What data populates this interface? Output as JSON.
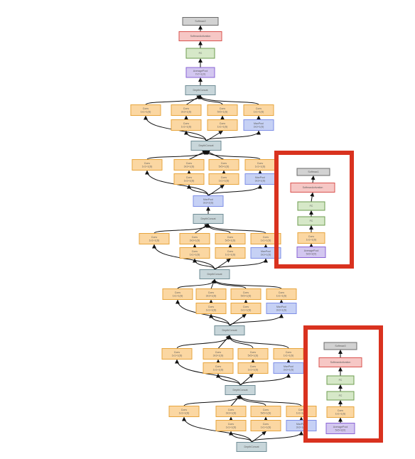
{
  "colors": {
    "conv": {
      "fill": "#fbd7a2",
      "stroke": "#e7a53d"
    },
    "pool": {
      "fill": "#c6d1f5",
      "stroke": "#7e8ee6"
    },
    "concat": {
      "fill": "#c8d6da",
      "stroke": "#6f8c95"
    },
    "fc": {
      "fill": "#d6e8c8",
      "stroke": "#6e9d4f"
    },
    "softact": {
      "fill": "#f6c7c5",
      "stroke": "#d9534f"
    },
    "softmax": {
      "fill": "#d2d2d2",
      "stroke": "#6b6b6b"
    },
    "avgpool": {
      "fill": "#d3c7f0",
      "stroke": "#8a63d6"
    },
    "highlight": "#d9321f",
    "edge": "#111111"
  },
  "nodes": {
    "softmax2": {
      "lines": [
        "Softmax2"
      ],
      "kind": "softmax"
    },
    "softmax2_act": {
      "lines": [
        "SoftmaxActivation"
      ],
      "kind": "softact"
    },
    "fc_main": {
      "lines": [
        "FC"
      ],
      "kind": "fc"
    },
    "avgpool_main": {
      "lines": [
        "AveragePool",
        "7x7+1(V)"
      ],
      "kind": "avgpool"
    },
    "concat_top": {
      "lines": [
        "DepthConcat"
      ],
      "kind": "concat"
    },
    "i9_c1x1": {
      "lines": [
        "Conv",
        "1x1+1(S)"
      ],
      "kind": "conv"
    },
    "i9_c3x3": {
      "lines": [
        "Conv",
        "3x3+1(S)"
      ],
      "kind": "conv"
    },
    "i9_c5x5": {
      "lines": [
        "Conv",
        "5x5+1(S)"
      ],
      "kind": "conv"
    },
    "i9_cproj": {
      "lines": [
        "Conv",
        "1x1+1(S)"
      ],
      "kind": "conv"
    },
    "i9_r3": {
      "lines": [
        "Conv",
        "1x1+1(S)"
      ],
      "kind": "conv"
    },
    "i9_r5": {
      "lines": [
        "Conv",
        "1x1+1(S)"
      ],
      "kind": "conv"
    },
    "i9_pool": {
      "lines": [
        "MaxPool",
        "3x3+1(S)"
      ],
      "kind": "pool"
    },
    "concat_2": {
      "lines": [
        "DepthConcat"
      ],
      "kind": "concat"
    },
    "i8_c1x1": {
      "lines": [
        "Conv",
        "1x1+1(S)"
      ],
      "kind": "conv"
    },
    "i8_c3x3": {
      "lines": [
        "Conv",
        "3x3+1(S)"
      ],
      "kind": "conv"
    },
    "i8_c5x5": {
      "lines": [
        "Conv",
        "5x5+1(S)"
      ],
      "kind": "conv"
    },
    "i8_cproj": {
      "lines": [
        "Conv",
        "1x1+1(S)"
      ],
      "kind": "conv"
    },
    "i8_r3": {
      "lines": [
        "Conv",
        "1x1+1(S)"
      ],
      "kind": "conv"
    },
    "i8_r5": {
      "lines": [
        "Conv",
        "1x1+1(S)"
      ],
      "kind": "conv"
    },
    "i8_pool": {
      "lines": [
        "MaxPool",
        "3x3+1(S)"
      ],
      "kind": "pool"
    },
    "maxpool_mid": {
      "lines": [
        "MaxPool",
        "3x3+2(S)"
      ],
      "kind": "pool"
    },
    "concat_3": {
      "lines": [
        "DepthConcat"
      ],
      "kind": "concat"
    },
    "i7_c1x1": {
      "lines": [
        "Conv",
        "1x1+1(S)"
      ],
      "kind": "conv"
    },
    "i7_c3x3": {
      "lines": [
        "Conv",
        "3x3+1(S)"
      ],
      "kind": "conv"
    },
    "i7_c5x5": {
      "lines": [
        "Conv",
        "5x5+1(S)"
      ],
      "kind": "conv"
    },
    "i7_cproj": {
      "lines": [
        "Conv",
        "1x1+1(S)"
      ],
      "kind": "conv"
    },
    "i7_r3": {
      "lines": [
        "Conv",
        "1x1+1(S)"
      ],
      "kind": "conv"
    },
    "i7_r5": {
      "lines": [
        "Conv",
        "1x1+1(S)"
      ],
      "kind": "conv"
    },
    "i7_pool": {
      "lines": [
        "MaxPool",
        "3x3+1(S)"
      ],
      "kind": "pool"
    },
    "concat_4": {
      "lines": [
        "DepthConcat"
      ],
      "kind": "concat"
    },
    "i6_c1x1": {
      "lines": [
        "Conv",
        "1x1+1(S)"
      ],
      "kind": "conv"
    },
    "i6_c3x3": {
      "lines": [
        "Conv",
        "3x3+1(S)"
      ],
      "kind": "conv"
    },
    "i6_c5x5": {
      "lines": [
        "Conv",
        "5x5+1(S)"
      ],
      "kind": "conv"
    },
    "i6_cproj": {
      "lines": [
        "Conv",
        "1x1+1(S)"
      ],
      "kind": "conv"
    },
    "i6_r3": {
      "lines": [
        "Conv",
        "1x1+1(S)"
      ],
      "kind": "conv"
    },
    "i6_r5": {
      "lines": [
        "Conv",
        "1x1+1(S)"
      ],
      "kind": "conv"
    },
    "i6_pool": {
      "lines": [
        "MaxPool",
        "3x3+1(S)"
      ],
      "kind": "pool"
    },
    "concat_5": {
      "lines": [
        "DepthConcat"
      ],
      "kind": "concat"
    },
    "i5_c1x1": {
      "lines": [
        "Conv",
        "1x1+1(S)"
      ],
      "kind": "conv"
    },
    "i5_c3x3": {
      "lines": [
        "Conv",
        "3x3+1(S)"
      ],
      "kind": "conv"
    },
    "i5_c5x5": {
      "lines": [
        "Conv",
        "5x5+1(S)"
      ],
      "kind": "conv"
    },
    "i5_cproj": {
      "lines": [
        "Conv",
        "1x1+1(S)"
      ],
      "kind": "conv"
    },
    "i5_r3": {
      "lines": [
        "Conv",
        "1x1+1(S)"
      ],
      "kind": "conv"
    },
    "i5_r5": {
      "lines": [
        "Conv",
        "1x1+1(S)"
      ],
      "kind": "conv"
    },
    "i5_pool": {
      "lines": [
        "MaxPool",
        "3x3+1(S)"
      ],
      "kind": "pool"
    },
    "concat_6": {
      "lines": [
        "DepthConcat"
      ],
      "kind": "concat"
    },
    "i4_c1x1": {
      "lines": [
        "Conv",
        "1x1+1(S)"
      ],
      "kind": "conv"
    },
    "i4_c3x3": {
      "lines": [
        "Conv",
        "3x3+1(S)"
      ],
      "kind": "conv"
    },
    "i4_c5x5": {
      "lines": [
        "Conv",
        "5x5+1(S)"
      ],
      "kind": "conv"
    },
    "i4_cproj": {
      "lines": [
        "Conv",
        "1x1+1(S)"
      ],
      "kind": "conv"
    },
    "i4_r3": {
      "lines": [
        "Conv",
        "1x1+1(S)"
      ],
      "kind": "conv"
    },
    "i4_r5": {
      "lines": [
        "Conv",
        "1x1+1(S)"
      ],
      "kind": "conv"
    },
    "i4_pool": {
      "lines": [
        "MaxPool",
        "3x3+1(S)"
      ],
      "kind": "pool"
    },
    "concat_7": {
      "lines": [
        "DepthConcat"
      ],
      "kind": "concat"
    },
    "aux1_softmax": {
      "lines": [
        "Softmax1"
      ],
      "kind": "softmax"
    },
    "aux1_act": {
      "lines": [
        "SoftmaxActivation"
      ],
      "kind": "softact"
    },
    "aux1_fc2": {
      "lines": [
        "FC"
      ],
      "kind": "fc"
    },
    "aux1_fc1": {
      "lines": [
        "FC"
      ],
      "kind": "fc"
    },
    "aux1_conv": {
      "lines": [
        "Conv",
        "1x1+1(S)"
      ],
      "kind": "conv"
    },
    "aux1_avgpool": {
      "lines": [
        "AveragePool",
        "5x5+3(V)"
      ],
      "kind": "avgpool"
    },
    "aux0_softmax": {
      "lines": [
        "Softmax0"
      ],
      "kind": "softmax"
    },
    "aux0_act": {
      "lines": [
        "SoftmaxActivation"
      ],
      "kind": "softact"
    },
    "aux0_fc2": {
      "lines": [
        "FC"
      ],
      "kind": "fc"
    },
    "aux0_fc1": {
      "lines": [
        "FC"
      ],
      "kind": "fc"
    },
    "aux0_conv": {
      "lines": [
        "Conv",
        "1x1+1(S)"
      ],
      "kind": "conv"
    },
    "aux0_avgpool": {
      "lines": [
        "AveragePool",
        "5x5+3(V)"
      ],
      "kind": "avgpool"
    }
  }
}
